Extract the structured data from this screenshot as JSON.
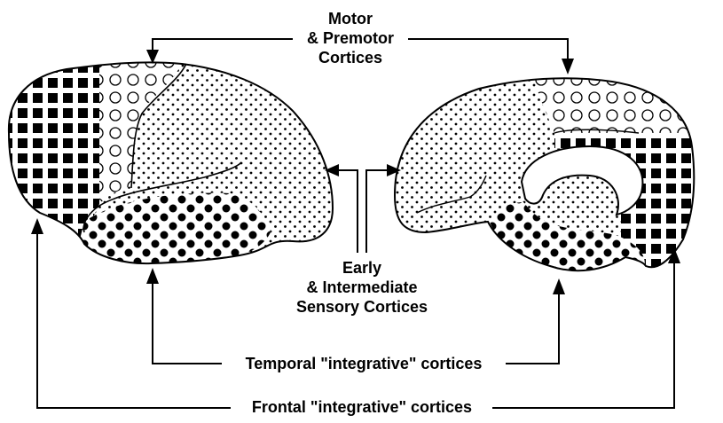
{
  "labels": {
    "motor": [
      "Motor",
      "& Premotor",
      "Cortices"
    ],
    "sensory": [
      "Early",
      "& Intermediate",
      "Sensory Cortices"
    ],
    "temporal": "Temporal \"integrative\" cortices",
    "frontal": "Frontal \"integrative\" cortices"
  },
  "regions": {
    "motor_premotor": "open-circles",
    "sensory": "fine-dots",
    "temporal_integrative": "large-dots",
    "frontal_integrative": "filled-squares"
  },
  "colors": {
    "ink": "#000000",
    "paper": "#ffffff"
  }
}
